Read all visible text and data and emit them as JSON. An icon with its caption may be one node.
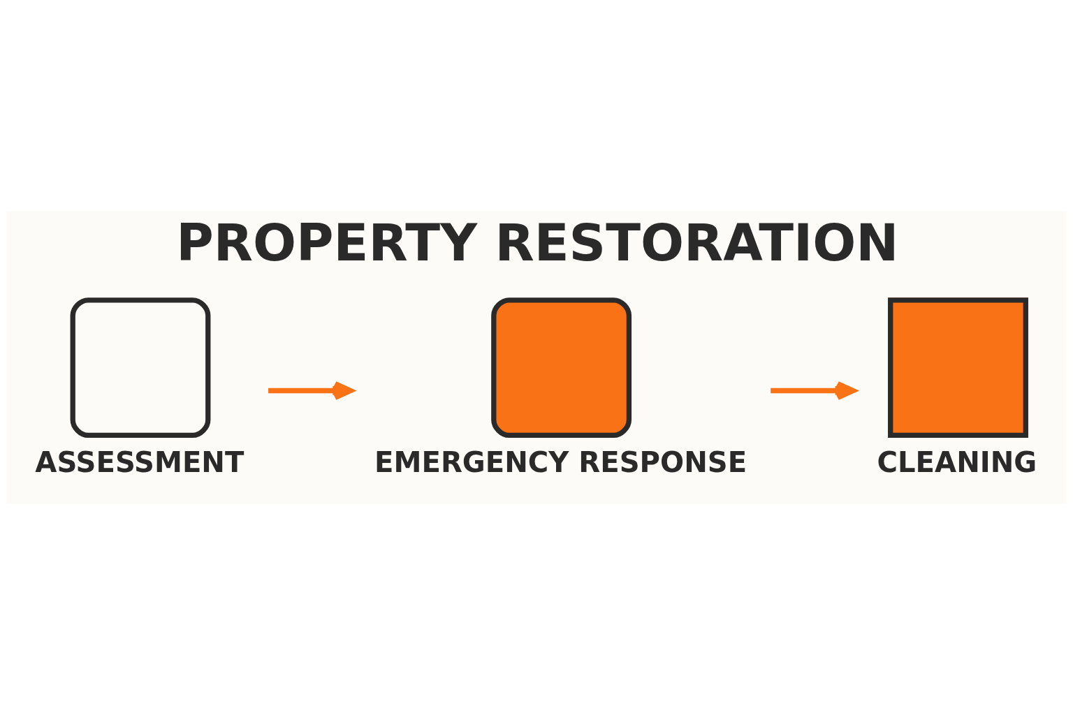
{
  "diagram": {
    "title": "PROPERTY RESTORATION",
    "nodes": [
      {
        "text": [
          "ASSESSMENT"
        ]
      },
      {
        "text": [
          "EMERGENCY RESPONSE"
        ]
      },
      {
        "text": [
          "CLEANING"
        ]
      }
    ],
    "edges": [
      {
        "from": 0,
        "to": 1,
        "arrow": "to"
      },
      {
        "from": 1,
        "to": 2,
        "arrow": "to"
      }
    ]
  }
}
